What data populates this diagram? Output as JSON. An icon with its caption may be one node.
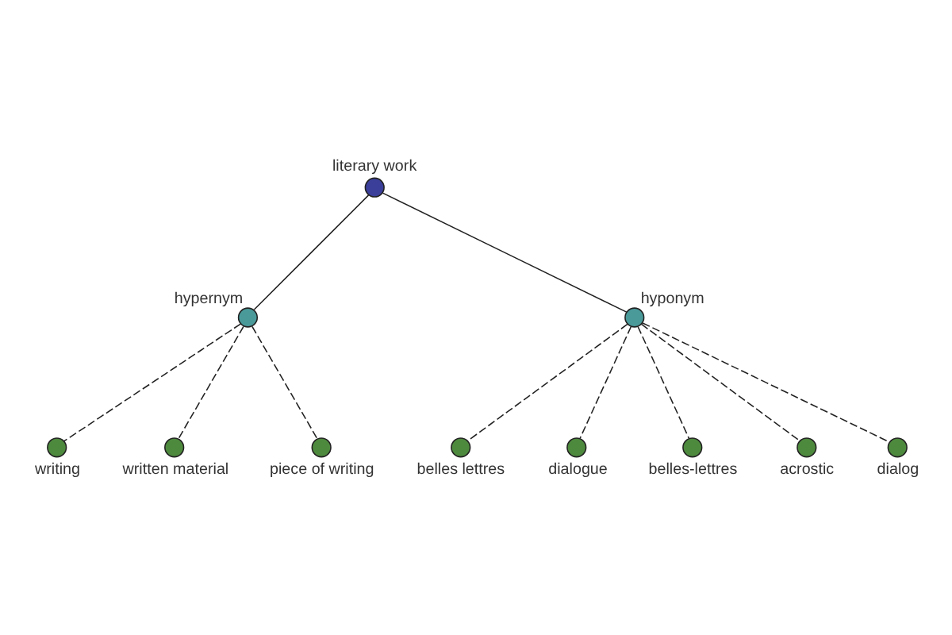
{
  "diagram": {
    "nodes": [
      {
        "text": [
          "literary work"
        ]
      },
      {
        "text": [
          "hypernym"
        ]
      },
      {
        "text": [
          "hyponym"
        ]
      },
      {
        "text": [
          "writing"
        ]
      },
      {
        "text": [
          "written material"
        ]
      },
      {
        "text": [
          "piece of writing"
        ]
      },
      {
        "text": [
          "belles lettres"
        ]
      },
      {
        "text": [
          "dialogue"
        ]
      },
      {
        "text": [
          "belles-lettres"
        ]
      },
      {
        "text": [
          "acrostic"
        ]
      },
      {
        "text": [
          "dialog"
        ]
      }
    ],
    "edges": [
      {
        "from": 0,
        "to": 1,
        "arrow": "none"
      },
      {
        "from": 0,
        "to": 2,
        "arrow": "none"
      },
      {
        "from": 1,
        "to": 3,
        "arrow": "none",
        "style": "dashed"
      },
      {
        "from": 1,
        "to": 4,
        "arrow": "none",
        "style": "dashed"
      },
      {
        "from": 1,
        "to": 5,
        "arrow": "none",
        "style": "dashed"
      },
      {
        "from": 2,
        "to": 6,
        "arrow": "none",
        "style": "dashed"
      },
      {
        "from": 2,
        "to": 7,
        "arrow": "none",
        "style": "dashed"
      },
      {
        "from": 2,
        "to": 8,
        "arrow": "none",
        "style": "dashed"
      },
      {
        "from": 2,
        "to": 9,
        "arrow": "none",
        "style": "dashed"
      },
      {
        "from": 2,
        "to": 10,
        "arrow": "none",
        "style": "dashed"
      }
    ]
  }
}
